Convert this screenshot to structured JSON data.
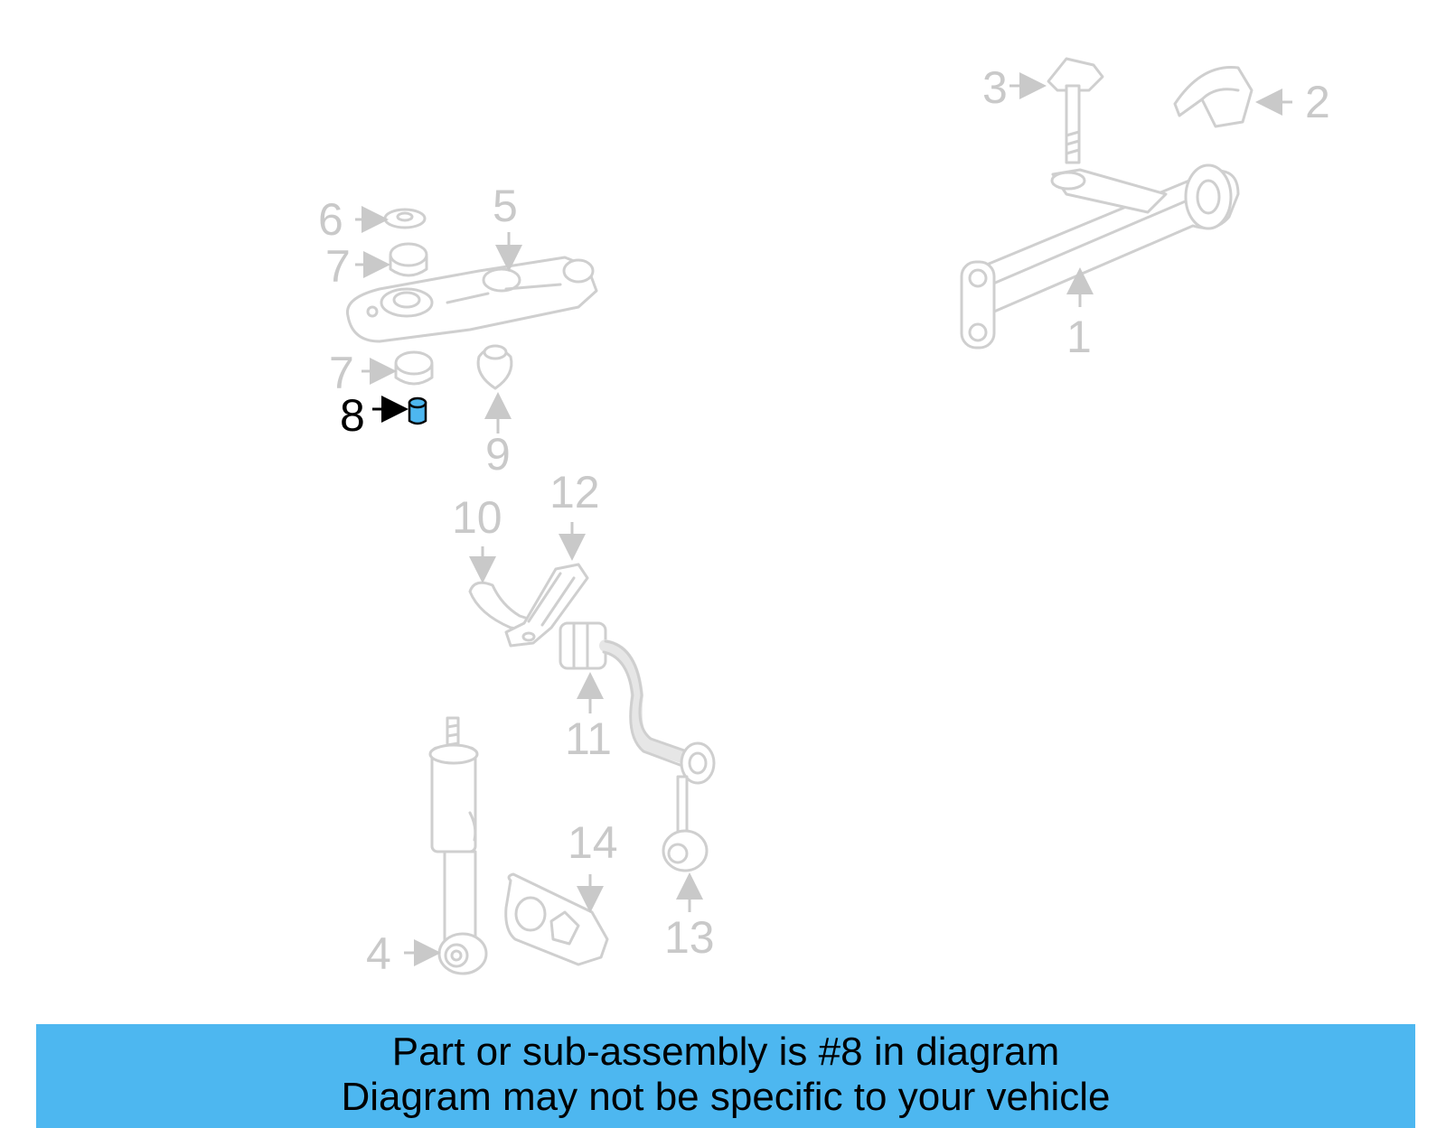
{
  "banner": {
    "line1": "Part or sub-assembly is #8 in diagram",
    "line2": "Diagram may not be specific to your vehicle",
    "color": "#4db7f0"
  },
  "highlight_color": "#4db7f0",
  "callouts": {
    "c1": "1",
    "c2": "2",
    "c3": "3",
    "c4": "4",
    "c5": "5",
    "c6": "6",
    "c7a": "7",
    "c7b": "7",
    "c8": "8",
    "c9": "9",
    "c10": "10",
    "c11": "11",
    "c12": "12",
    "c13": "13",
    "c14": "14"
  }
}
